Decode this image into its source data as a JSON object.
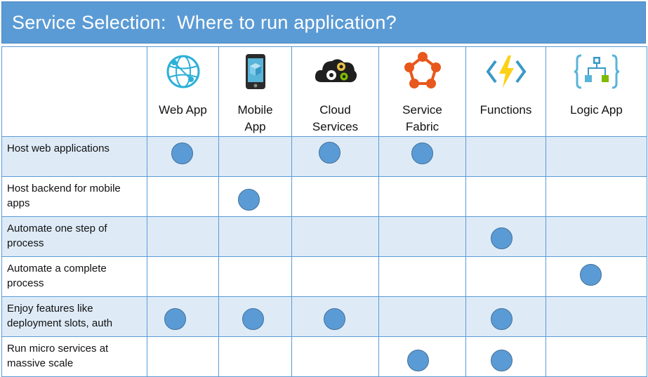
{
  "title": "Service Selection:  Where to run application?",
  "services": [
    {
      "id": "webapp",
      "label": "Web App",
      "icon": "web-app-globe-icon"
    },
    {
      "id": "mobileapp",
      "label": "Mobile\nApp",
      "icon": "mobile-app-phone-icon"
    },
    {
      "id": "cloudservices",
      "label": "Cloud\nServices",
      "icon": "cloud-services-gears-icon"
    },
    {
      "id": "servicefabric",
      "label": "Service\nFabric",
      "icon": "service-fabric-pentagon-icon"
    },
    {
      "id": "functions",
      "label": "Functions",
      "icon": "functions-bolt-icon"
    },
    {
      "id": "logicapp",
      "label": "Logic App",
      "icon": "logic-app-flow-icon"
    }
  ],
  "rows": [
    {
      "feature": "Host web applications",
      "marks": [
        true,
        false,
        true,
        true,
        false,
        false
      ]
    },
    {
      "feature": "Host backend for mobile apps",
      "marks": [
        false,
        true,
        false,
        false,
        false,
        false
      ]
    },
    {
      "feature": "Automate one step of process",
      "marks": [
        false,
        false,
        false,
        false,
        true,
        false
      ]
    },
    {
      "feature": "Automate a complete process",
      "marks": [
        false,
        false,
        false,
        false,
        false,
        true
      ]
    },
    {
      "feature": "Enjoy features like deployment slots, auth",
      "marks": [
        true,
        true,
        true,
        false,
        true,
        false
      ]
    },
    {
      "feature": "Run micro services at massive scale",
      "marks": [
        false,
        false,
        false,
        true,
        true,
        false
      ]
    }
  ],
  "colors": {
    "header_bar": "#5b9bd5",
    "shaded_row": "#deebf7",
    "dot_fill": "#5b9bd5",
    "dot_border": "#41719c",
    "grid_line": "#5b9bd5"
  }
}
